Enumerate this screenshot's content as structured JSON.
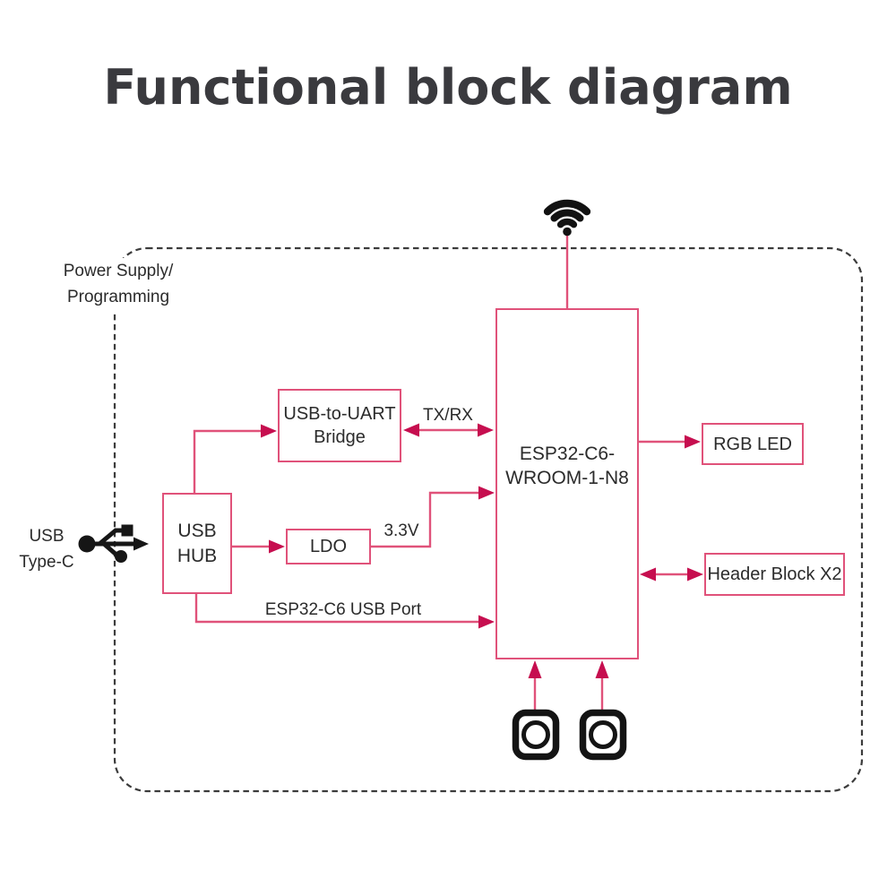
{
  "title": "Functional block diagram",
  "region": {
    "label_line1": "Power Supply/",
    "label_line2": "Programming"
  },
  "blocks": {
    "usb_hub": {
      "lines": [
        "USB",
        "HUB"
      ]
    },
    "usb_uart_bridge": {
      "lines": [
        "USB-to-UART",
        "Bridge"
      ]
    },
    "ldo": {
      "label": "LDO"
    },
    "esp32": {
      "lines": [
        "ESP32-C6-",
        "WROOM-1-N8"
      ]
    },
    "rgb_led": {
      "label": "RGB LED"
    },
    "header_block": {
      "label": "Header Block X2"
    }
  },
  "wire_labels": {
    "tx_rx": "TX/RX",
    "v3_3": "3.3V",
    "usb_port": "ESP32-C6 USB Port"
  },
  "port_label": {
    "lines": [
      "USB",
      "Type-C"
    ]
  },
  "icons": {
    "wifi": "wifi-icon",
    "usb_trident": "usb-trident-icon",
    "buttons": [
      "push-button-icon",
      "push-button-icon"
    ]
  },
  "colors": {
    "wire": "#e0527a",
    "arrowhead": "#c60e4f",
    "box_border": "#e0527a",
    "dashed_border": "#3c3c3c",
    "text": "#2b2b2b",
    "title": "#3a3a3e",
    "icon": "#121212",
    "background": "#ffffff"
  }
}
